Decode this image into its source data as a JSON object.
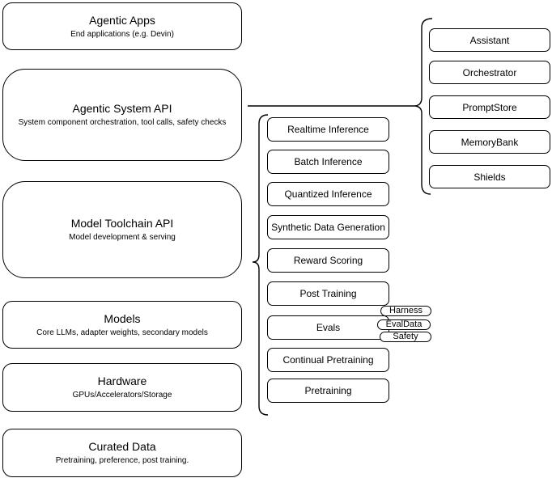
{
  "colors": {
    "stroke": "#000000",
    "background": "#ffffff",
    "text": "#000000"
  },
  "diagram": {
    "left_stack": [
      {
        "title": "Agentic Apps",
        "subtitle": "End applications (e.g. Devin)"
      },
      {
        "title": "Agentic System API",
        "subtitle": "System component orchestration, tool calls, safety checks"
      },
      {
        "title": "Model Toolchain API",
        "subtitle": "Model development & serving"
      },
      {
        "title": "Models",
        "subtitle": "Core LLMs, adapter weights, secondary models"
      },
      {
        "title": "Hardware",
        "subtitle": "GPUs/Accelerators/Storage"
      },
      {
        "title": "Curated Data",
        "subtitle": "Pretraining, preference, post training."
      }
    ],
    "toolchain_items": [
      "Realtime Inference",
      "Batch Inference",
      "Quantized Inference",
      "Synthetic Data Generation",
      "Reward Scoring",
      "Post Training",
      "Evals",
      "Continual Pretraining",
      "Pretraining"
    ],
    "evals_tags": [
      "Harness",
      "EvalData",
      "Safety"
    ],
    "system_items": [
      "Assistant",
      "Orchestrator",
      "PromptStore",
      "MemoryBank",
      "Shields"
    ]
  }
}
